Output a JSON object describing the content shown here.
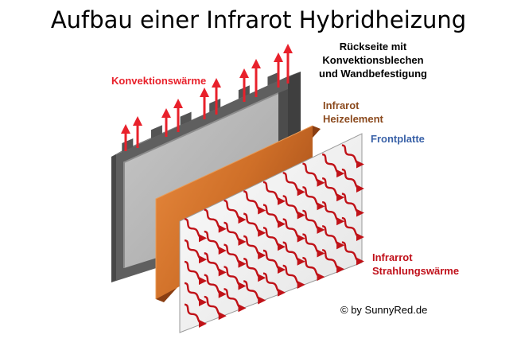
{
  "title": "Aufbau einer Infrarot Hybridheizung",
  "labels": {
    "back_line1": "Rückseite mit",
    "back_line2": "Konvektionsblechen",
    "back_line3": "und Wandbefestigung",
    "convection": "Konvektionswärme",
    "heater_line1": "Infrarot",
    "heater_line2": "Heizelement",
    "front": "Frontplatte",
    "radiation_line1": "Infrarrot",
    "radiation_line2": "Strahlungswärme"
  },
  "credit": "© by SunnyRed.de",
  "colors": {
    "convection": "#e8212b",
    "heater_label": "#8b4a1e",
    "front_label": "#3a62a8",
    "radiation_label": "#c0101a",
    "frame": "#5f5f5f",
    "back_glass": "#b9b9b9",
    "heater": "#d2742c",
    "front_plate": "#f3f3f3",
    "wave": "#c01218"
  },
  "icons": [
    "convection-arrow-icon",
    "radiation-wave-icon"
  ]
}
